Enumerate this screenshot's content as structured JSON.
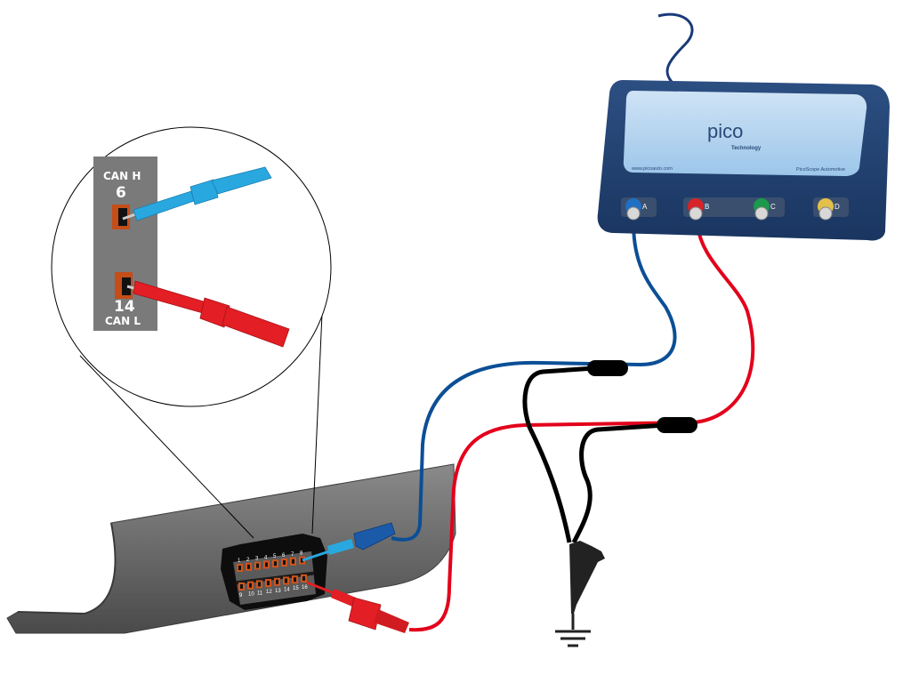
{
  "diagram": {
    "title": "PicoScope CAN bus connection to OBD-II port",
    "callout": {
      "top_label": "CAN  H",
      "top_pin": "6",
      "bottom_pin": "14",
      "bottom_label": "CAN  L"
    },
    "scope": {
      "brand": "pico",
      "sub_brand": "Technology",
      "website": "www.picoauto.com",
      "model": "PicoScope Automotive",
      "channels": [
        {
          "letter": "A",
          "color": "#1f6fc2"
        },
        {
          "letter": "B",
          "color": "#d8232a"
        },
        {
          "letter": "C",
          "color": "#1a9a4a"
        },
        {
          "letter": "D",
          "color": "#e3c04a"
        }
      ]
    },
    "obd": {
      "top_row_pins": [
        "1",
        "2",
        "3",
        "4",
        "5",
        "6",
        "7",
        "8"
      ],
      "bottom_row_pins": [
        "9",
        "10",
        "11",
        "12",
        "13",
        "14",
        "15",
        "16"
      ]
    },
    "colors": {
      "can_high_wire": "#0b4f96",
      "can_low_wire": "#e3001b",
      "ground_wire": "#000000",
      "probe_blue": "#29a8e0",
      "probe_red": "#e31e24",
      "pin_orange": "#d2541b",
      "panel_gray": "#6e6e6e"
    }
  }
}
